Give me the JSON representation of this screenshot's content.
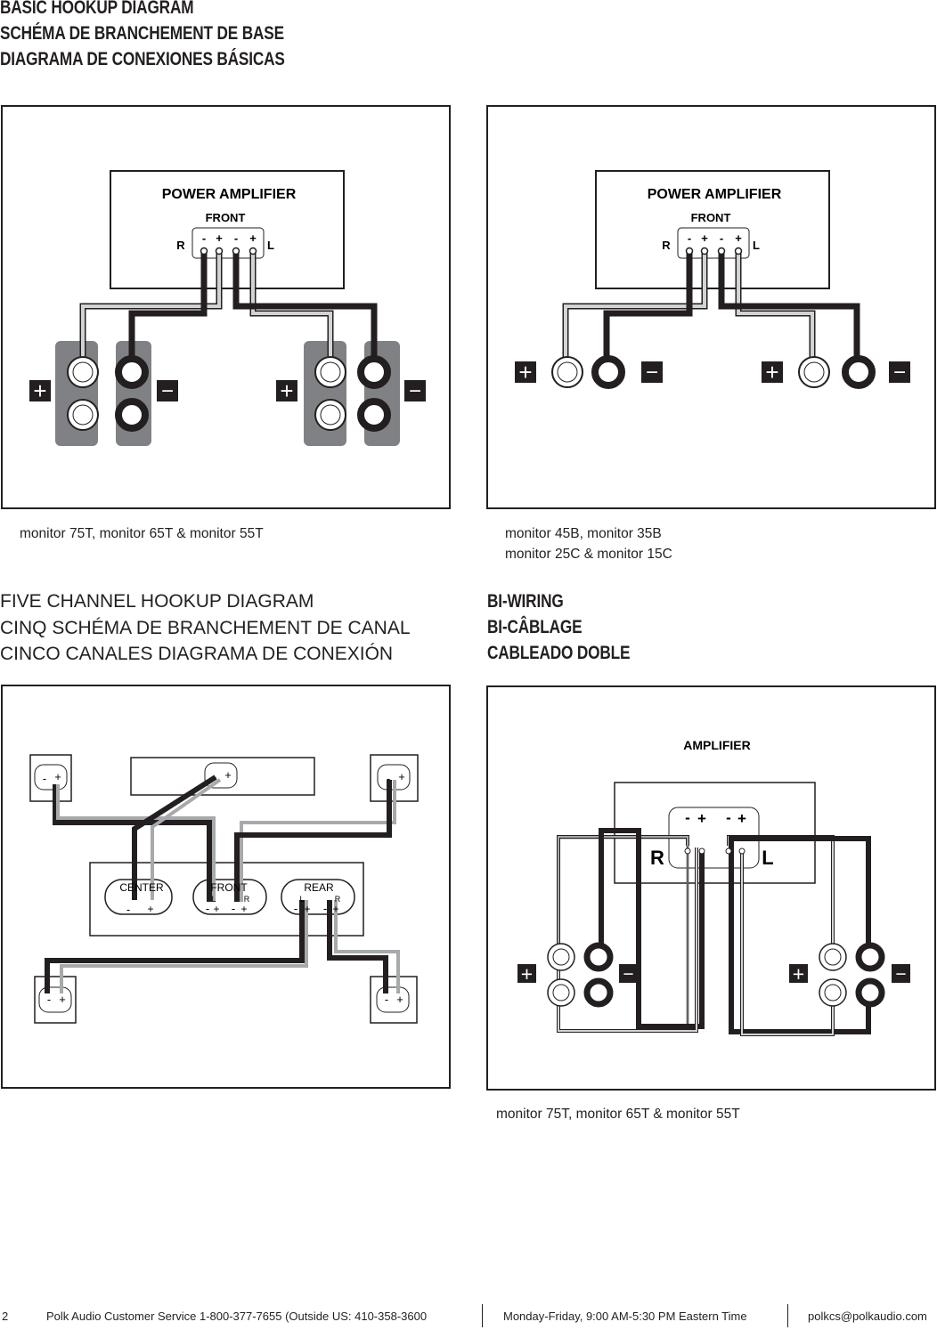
{
  "sections": {
    "basic": {
      "heading": [
        "BASIC HOOKUP DIAGRAM",
        "SCHÉMA DE BRANCHEMENT DE BASE",
        "DIAGRAMA DE CONEXIONES BÁSICAS"
      ],
      "left_panel": {
        "amp_title": "POWER AMPLIFIER",
        "amp_subtitle": "FRONT",
        "channel_right": "R",
        "channel_left": "L",
        "terminal_signs": [
          "-",
          "+",
          "-",
          "+"
        ],
        "speaker_plus": "+",
        "speaker_minus": "−",
        "caption": "monitor 75T, monitor 65T & monitor 55T"
      },
      "right_panel": {
        "amp_title": "POWER AMPLIFIER",
        "amp_subtitle": "FRONT",
        "channel_right": "R",
        "channel_left": "L",
        "terminal_signs": [
          "-",
          "+",
          "-",
          "+"
        ],
        "speaker_plus": "+",
        "speaker_minus": "−",
        "caption": [
          "monitor 45B, monitor 35B",
          "monitor 25C & monitor 15C"
        ]
      }
    },
    "five_channel": {
      "heading": [
        "FIVE CHANNEL HOOKUP DIAGRAM",
        "CINQ SCHÉMA DE BRANCHEMENT DE CANAL",
        "CINCO CANALES DIAGRAMA DE CONEXIÓN"
      ],
      "groups": {
        "center": "CENTER",
        "front": "FRONT",
        "rear": "REAR",
        "left": "L",
        "right": "R"
      },
      "terminal_minus": "-",
      "terminal_plus": "+"
    },
    "biwiring": {
      "heading": [
        "BI-WIRING",
        "BI-CÂBLAGE",
        "CABLEADO DOBLE"
      ],
      "amp_title": "AMPLIFIER",
      "channel_right": "R",
      "channel_left": "L",
      "terminal_signs": [
        "-",
        "+",
        "-",
        "+"
      ],
      "speaker_plus": "+",
      "speaker_minus": "−",
      "caption": "monitor 75T, monitor 65T & monitor 55T"
    }
  },
  "footer": {
    "page_number": "2",
    "service": "Polk Audio Customer Service 1-800-377-7655 (Outside US: 410-358-3600",
    "hours": "Monday-Friday, 9:00 AM-5:30 PM Eastern Time",
    "email": "polkcs@polkaudio.com"
  }
}
